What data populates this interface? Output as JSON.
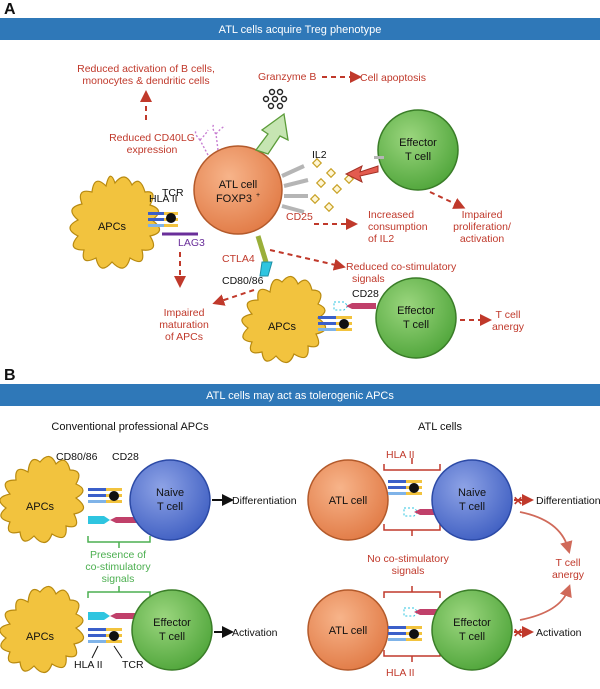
{
  "panel_a": {
    "letter": "A",
    "banner": "ATL cells acquire Treg phenotype",
    "atl_cell": {
      "line1": "ATL cell",
      "line2": "FOXP3",
      "sup": "+"
    },
    "apcs_label": "APCs",
    "apcs2_label": "APCs",
    "effector_top": {
      "line1": "Effector",
      "line2": "T cell"
    },
    "effector_bottom": {
      "line1": "Effector",
      "line2": "T cell"
    },
    "labels": {
      "reduced_activation": [
        "Reduced activation of B cells,",
        "monocytes & dendritic cells"
      ],
      "reduced_cd40lg": [
        "Reduced CD40LG",
        "expression"
      ],
      "granzyme": "Granzyme B",
      "apoptosis": "Cell apoptosis",
      "il2": "IL2",
      "tcr": "TCR",
      "hla": "HLA II",
      "lag3": "LAG3",
      "cd25": "CD25",
      "increased": [
        "Increased",
        "consumption",
        "of IL2"
      ],
      "impaired_prolif": [
        "Impaired",
        "proliferation/",
        "activation"
      ],
      "ctla4": "CTLA4",
      "cd8086": "CD80/86",
      "reduced_costim": [
        "Reduced co-stimulatory",
        "signals"
      ],
      "impaired_maturation": [
        "Impaired",
        "maturation",
        "of APCs"
      ],
      "cd28": "CD28",
      "anergy": [
        "T cell",
        "anergy"
      ]
    }
  },
  "panel_b": {
    "letter": "B",
    "banner": "ATL cells may act as tolerogenic APCs",
    "left_title": "Conventional professional APCs",
    "right_title": "ATL cells",
    "labels": {
      "cd8086": "CD80/86",
      "cd28": "CD28",
      "presence": [
        "Presence of",
        "co-stimulatory",
        "signals"
      ],
      "no_costim": [
        "No co-stimulatory",
        "signals"
      ],
      "hla_top": "HLA II",
      "hla_bottom": "HLA II",
      "hla_left": "HLA II",
      "tcr_left": "TCR",
      "differentiation": "Differentiation",
      "activation": "Activation",
      "differentiation_r": "Differentiation",
      "activation_r": "Activation",
      "anergy": [
        "T cell",
        "anergy"
      ]
    },
    "cells": {
      "apcs1": "APCs",
      "apcs2": "APCs",
      "naive1": [
        "Naive",
        "T cell"
      ],
      "effector1": [
        "Effector",
        "T cell"
      ],
      "atl1": "ATL cell",
      "atl2": "ATL cell",
      "naive2": [
        "Naive",
        "T cell"
      ],
      "effector2": [
        "Effector",
        "T cell"
      ]
    }
  },
  "colors": {
    "banner": "#2f78b8",
    "atl_cell": "#e8895a",
    "effector": "#6fbe55",
    "naive": "#5a76cf",
    "apc": "#f2c33e",
    "red_text": "#c0392b",
    "green_text": "#4caf50"
  }
}
